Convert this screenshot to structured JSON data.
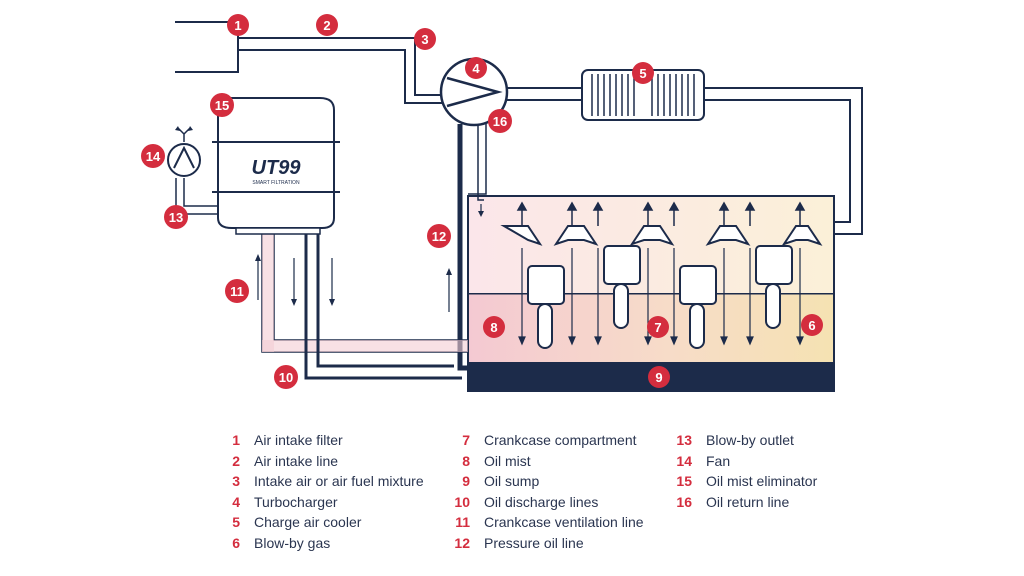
{
  "badges": [
    {
      "n": "1"
    },
    {
      "n": "2"
    },
    {
      "n": "3"
    },
    {
      "n": "4"
    },
    {
      "n": "5"
    },
    {
      "n": "6"
    },
    {
      "n": "7"
    },
    {
      "n": "8"
    },
    {
      "n": "9"
    },
    {
      "n": "10"
    },
    {
      "n": "11"
    },
    {
      "n": "12"
    },
    {
      "n": "13"
    },
    {
      "n": "14"
    },
    {
      "n": "15"
    },
    {
      "n": "16"
    }
  ],
  "logo": {
    "brand": "UT99",
    "tagline": "SMART FILTRATION"
  },
  "legend": {
    "col1": [
      {
        "num": "1",
        "label": "Air intake filter"
      },
      {
        "num": "2",
        "label": "Air intake line"
      },
      {
        "num": "3",
        "label": "Intake air or air fuel mixture"
      },
      {
        "num": "4",
        "label": "Turbocharger"
      },
      {
        "num": "5",
        "label": "Charge air cooler"
      },
      {
        "num": "6",
        "label": "Blow-by gas"
      }
    ],
    "col2": [
      {
        "num": "7",
        "label": "Crankcase compartment"
      },
      {
        "num": "8",
        "label": "Oil mist"
      },
      {
        "num": "9",
        "label": "Oil sump"
      },
      {
        "num": "10",
        "label": "Oil discharge lines"
      },
      {
        "num": "11",
        "label": "Crankcase ventilation line"
      },
      {
        "num": "12",
        "label": "Pressure oil line"
      }
    ],
    "col3": [
      {
        "num": "13",
        "label": "Blow-by outlet"
      },
      {
        "num": "14",
        "label": "Fan"
      },
      {
        "num": "15",
        "label": "Oil mist eliminator"
      },
      {
        "num": "16",
        "label": "Oil return line"
      }
    ]
  },
  "colors": {
    "navy": "#1c2b4a",
    "red": "#d42d3e",
    "mist_pink": "#f4cdd4",
    "mist_yellow": "#f6e3b4"
  }
}
